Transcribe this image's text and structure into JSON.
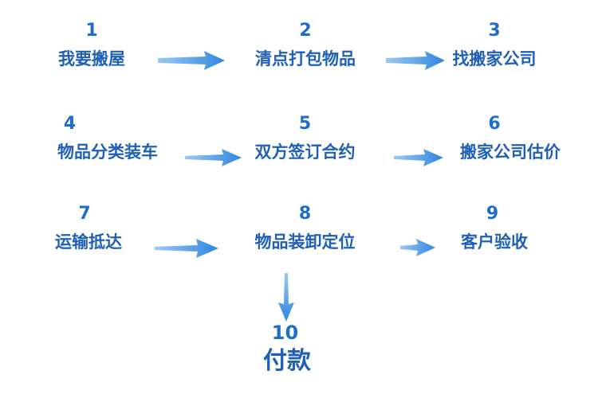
{
  "steps": [
    {
      "num": "1",
      "label": "我要搬屋"
    },
    {
      "num": "2",
      "label": "清点打包物品"
    },
    {
      "num": "3",
      "label": "找搬家公司"
    },
    {
      "num": "4",
      "label": "物品分类装车"
    },
    {
      "num": "5",
      "label": "双方签订合约"
    },
    {
      "num": "6",
      "label": "搬家公司估价"
    },
    {
      "num": "7",
      "label": "运输抵达"
    },
    {
      "num": "8",
      "label": "物品装卸定位"
    },
    {
      "num": "9",
      "label": "客户验收"
    },
    {
      "num": "10",
      "label": "付款"
    }
  ],
  "colors": {
    "text": "#1f5fb8",
    "arrow": "#3b8fe3"
  }
}
